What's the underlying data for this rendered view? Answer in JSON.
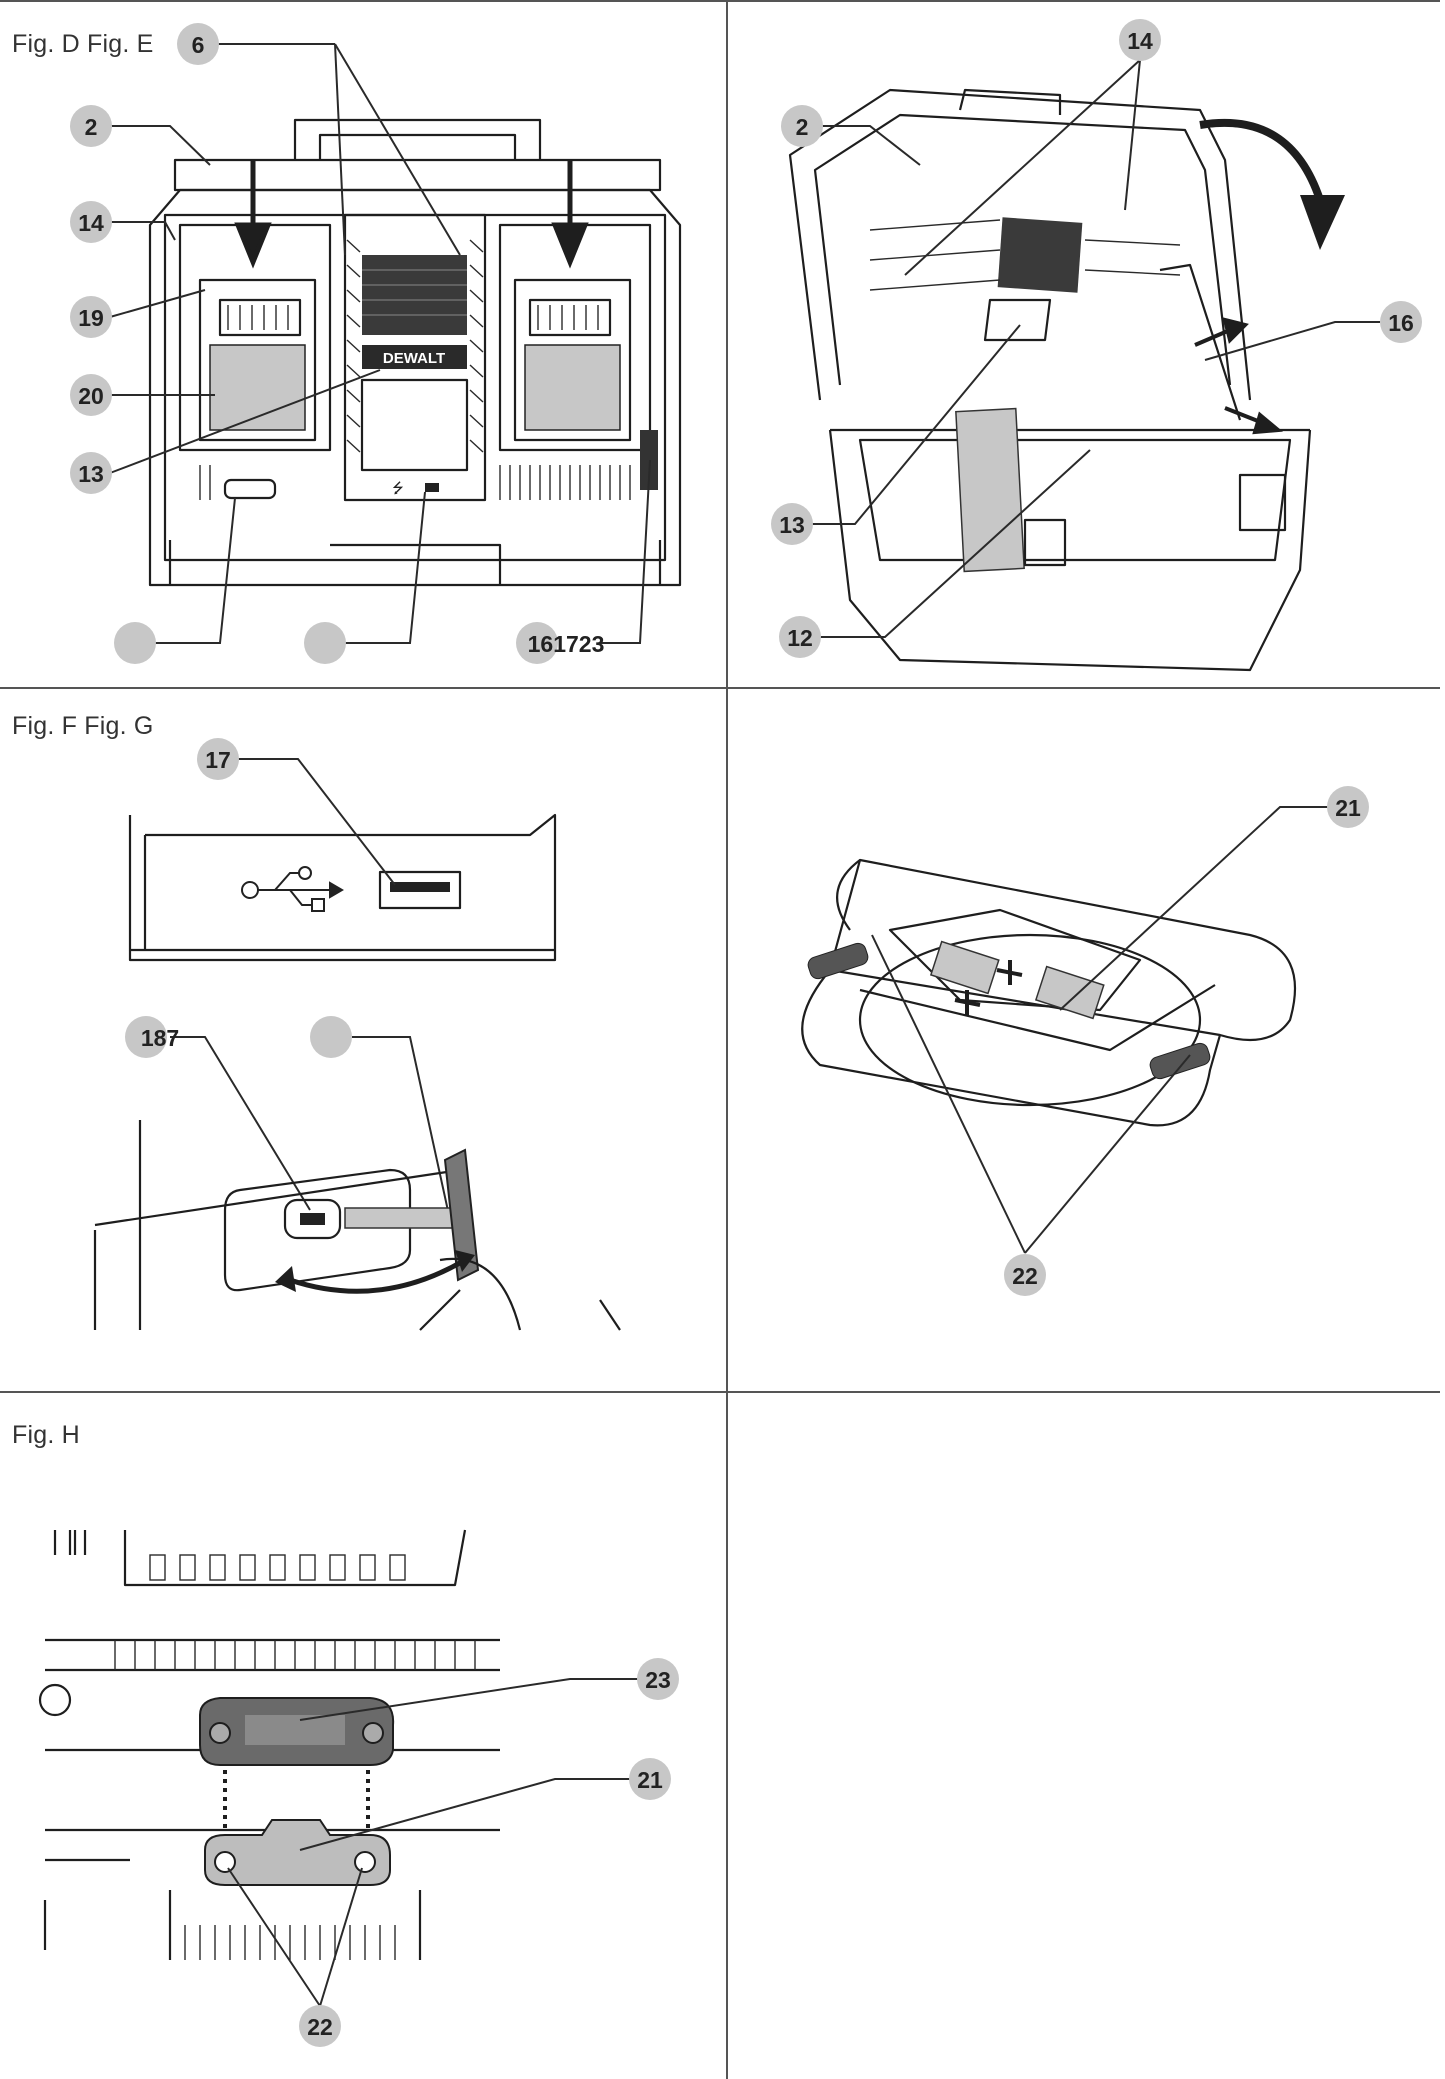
{
  "figures": {
    "de_label": "Fig. D Fig. E",
    "fg_label": "Fig. F Fig. G",
    "h_label": "Fig. H"
  },
  "callouts": {
    "fig_d": [
      "6",
      "2",
      "14",
      "19",
      "20",
      "13",
      "161723"
    ],
    "fig_e": [
      "14",
      "2",
      "16",
      "13",
      "12"
    ],
    "fig_f": [
      "17",
      "187"
    ],
    "fig_g": [
      "21",
      "22"
    ],
    "fig_h": [
      "23",
      "21",
      "22"
    ]
  },
  "product": {
    "brand_text": "DEWALT",
    "usb_icon_glyph": "⭍"
  },
  "colors": {
    "callout_fill": "#c7c7c7",
    "line": "#2a2a2a",
    "grid": "#555555"
  }
}
